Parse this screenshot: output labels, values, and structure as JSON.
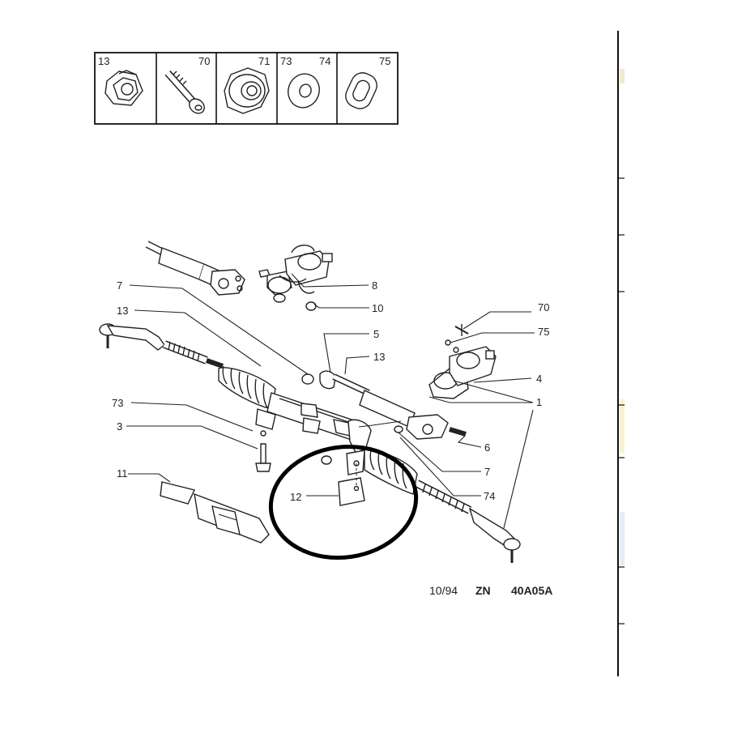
{
  "parts_header": [
    {
      "label": "13"
    },
    {
      "label": "70"
    },
    {
      "label": "71"
    },
    {
      "label": "73"
    },
    {
      "label": "74"
    },
    {
      "label": "75"
    }
  ],
  "callouts": {
    "c7a": "7",
    "c13a": "13",
    "c73": "73",
    "c3": "3",
    "c11": "11",
    "c12": "12",
    "c8": "8",
    "c10": "10",
    "c5": "5",
    "c13b": "13",
    "c70": "70",
    "c75": "75",
    "c4": "4",
    "c1": "1",
    "c6": "6",
    "c7b": "7",
    "c74": "74"
  },
  "footer": {
    "date": "10/94",
    "model": "ZN",
    "ref": "40A05A"
  },
  "colors": {
    "ink": "#222222",
    "highlight_circle": "#000000",
    "edge_tint_yellow": "#fbf0d2",
    "edge_tint_blue": "#e6ecf7"
  }
}
